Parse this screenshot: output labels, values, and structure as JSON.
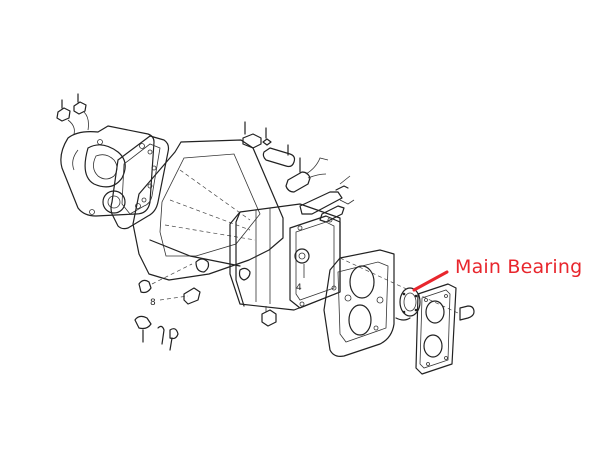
{
  "diagram": {
    "type": "exploded-view parts diagram",
    "subject": "transmission case assembly",
    "part_labels": [
      {
        "id": "label-8",
        "text": "8"
      },
      {
        "id": "label-4",
        "text": "4"
      }
    ],
    "callout": {
      "text": "Main Bearing",
      "color": "#e8262d",
      "points_to": "bearing between rear extension plate and gasket"
    }
  },
  "colors": {
    "line_art": "#222222",
    "background": "#ffffff",
    "callout": "#e8262d"
  }
}
